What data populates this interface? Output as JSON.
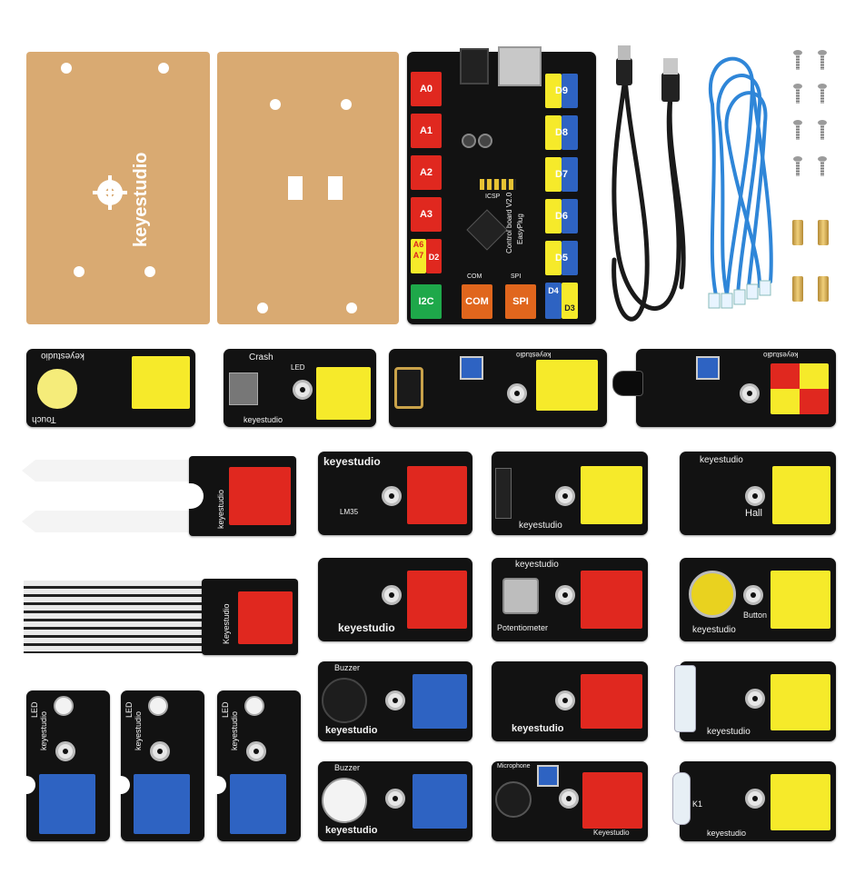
{
  "plate": {
    "brand": "keyestudio"
  },
  "board": {
    "left_pins": [
      "A0",
      "A1",
      "A2",
      "A3"
    ],
    "a6": "A6",
    "a7": "A7",
    "d2": "D2",
    "bottom": [
      "I2C",
      "COM",
      "SPI"
    ],
    "right_pins": [
      "D9",
      "D8",
      "D7",
      "D6",
      "D5"
    ],
    "d4": "D4",
    "d3": "D3",
    "silk": "Control board V2.0",
    "silk2": "EasyPlug",
    "icsp": "ICSP",
    "com_small": "COM",
    "spi_small": "SPI"
  },
  "modules": {
    "touch": {
      "brand": "keyestudio",
      "name": "Touch"
    },
    "crash": {
      "name": "Crash",
      "led": "LED",
      "brand": "keyestudio"
    },
    "photo_int": {
      "brand": "keyestudio"
    },
    "flame": {
      "brand": "keyestudio"
    },
    "soil": {
      "brand": "keyestudio"
    },
    "lm35": {
      "brand": "keyestudio",
      "name": "LM35"
    },
    "tilt": {
      "brand": "keyestudio"
    },
    "hall": {
      "brand": "keyestudio",
      "name": "Hall"
    },
    "water": {
      "brand": "Keyestudio"
    },
    "photores": {
      "brand": "keyestudio"
    },
    "pot": {
      "brand": "keyestudio",
      "name": "Potentiometer"
    },
    "button": {
      "brand": "keyestudio",
      "name": "Button"
    },
    "led": {
      "name": "LED",
      "brand": "keyestudio"
    },
    "buzzer": {
      "name": "Buzzer",
      "brand": "keyestudio"
    },
    "passive_buzzer": {
      "name": "Buzzer",
      "brand": "keyestudio"
    },
    "ir": {
      "brand": "keyestudio"
    },
    "reed": {
      "brand": "keyestudio"
    },
    "mic": {
      "name": "Microphone",
      "brand": "Keyestudio"
    },
    "reed2": {
      "brand": "keyestudio",
      "k": "K1"
    }
  },
  "colors": {
    "plate": "#d9aa72",
    "pcb": "#121212",
    "yellow": "#f6ea2a",
    "red": "#e0281f",
    "blue": "#2e63c2",
    "cable_blue": "#2f86d8",
    "green": "#1ea84a",
    "orange": "#e0661d"
  }
}
